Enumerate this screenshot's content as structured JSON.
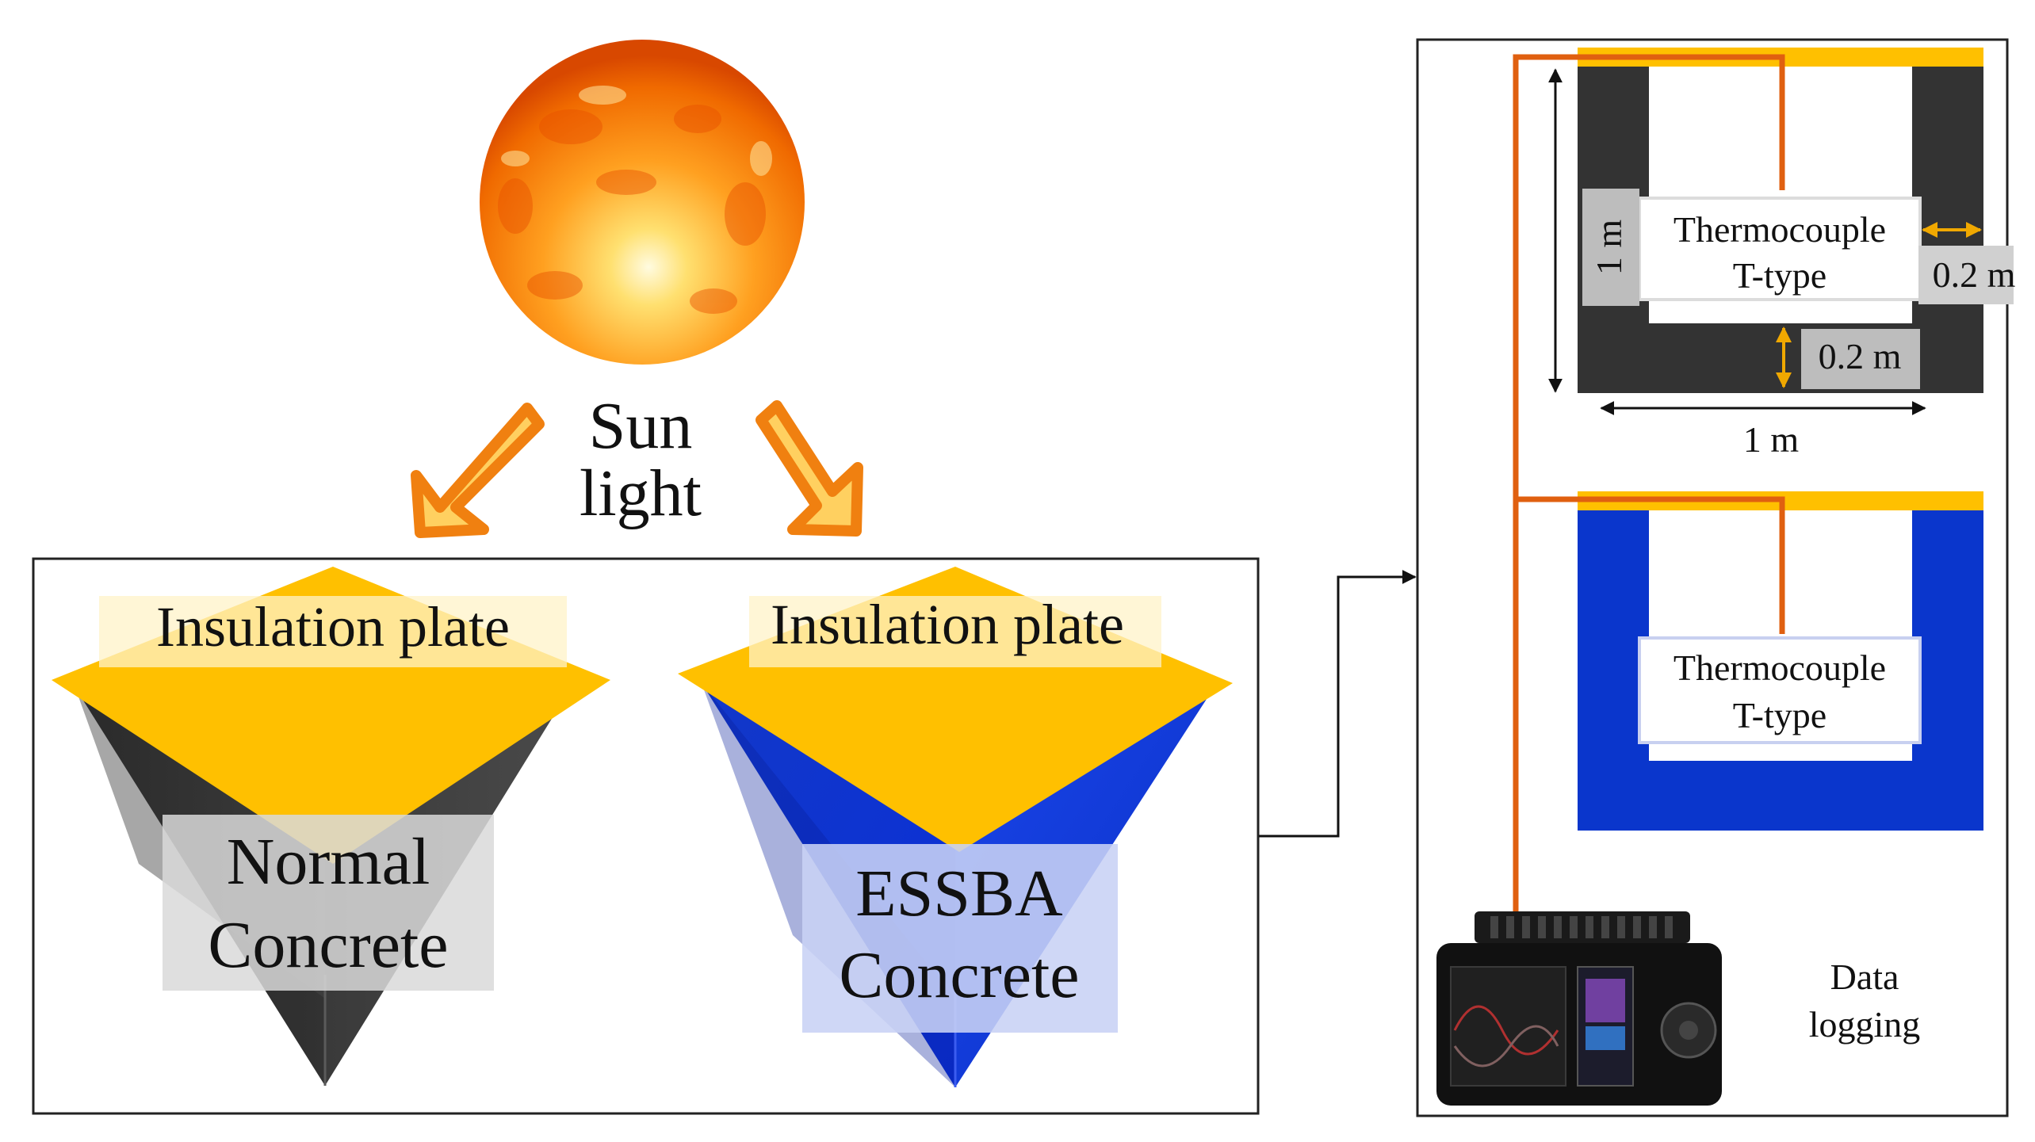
{
  "sun": {
    "label_line1": "Sun",
    "label_line2": "light"
  },
  "left_panel": {
    "normal": {
      "plate_label": "Insulation plate",
      "label_line1": "Normal",
      "label_line2": "Concrete"
    },
    "essba": {
      "plate_label": "Insulation plate",
      "label_line1": "ESSBA",
      "label_line2": "Concrete"
    }
  },
  "right_panel": {
    "normal_section": {
      "sensor_line1": "Thermocouple",
      "sensor_line2": "T-type",
      "height_dim": "1 m",
      "wall_dim": "0.2 m",
      "bottom_dim": "0.2 m",
      "width_dim": "1 m"
    },
    "essba_section": {
      "sensor_line1": "Thermocouple",
      "sensor_line2": "T-type"
    },
    "logger": {
      "label_line1": "Data",
      "label_line2": "logging"
    }
  },
  "colors": {
    "insulation": "#FFC000",
    "normal_concrete": "#333333",
    "essba_concrete": "#0033CC",
    "wire": "#E06010",
    "dimension_arrow": "#F0A800",
    "sun_core": "#FFF3B0",
    "sun_edge": "#E85A00"
  }
}
